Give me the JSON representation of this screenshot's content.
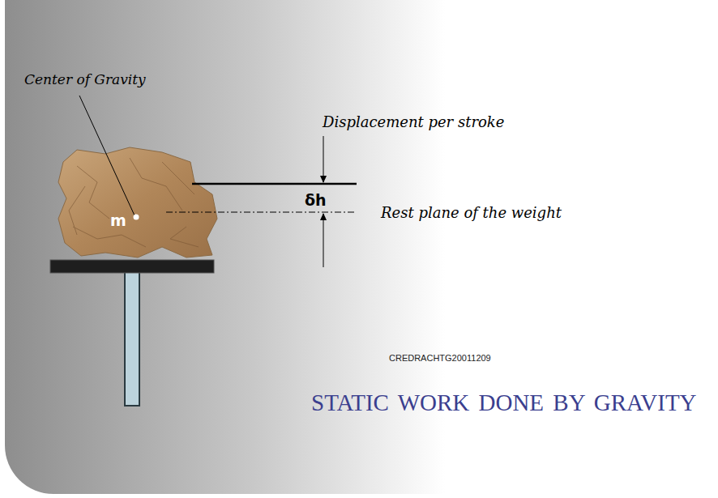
{
  "diagram": {
    "title": "STATIC WORK DONE BY GRAVITY",
    "labels": [
      "Center of Gravity",
      "Displacement per stroke",
      "δh",
      "Rest plane of the weight",
      "m",
      "CREDRACHTG20011209"
    ]
  }
}
